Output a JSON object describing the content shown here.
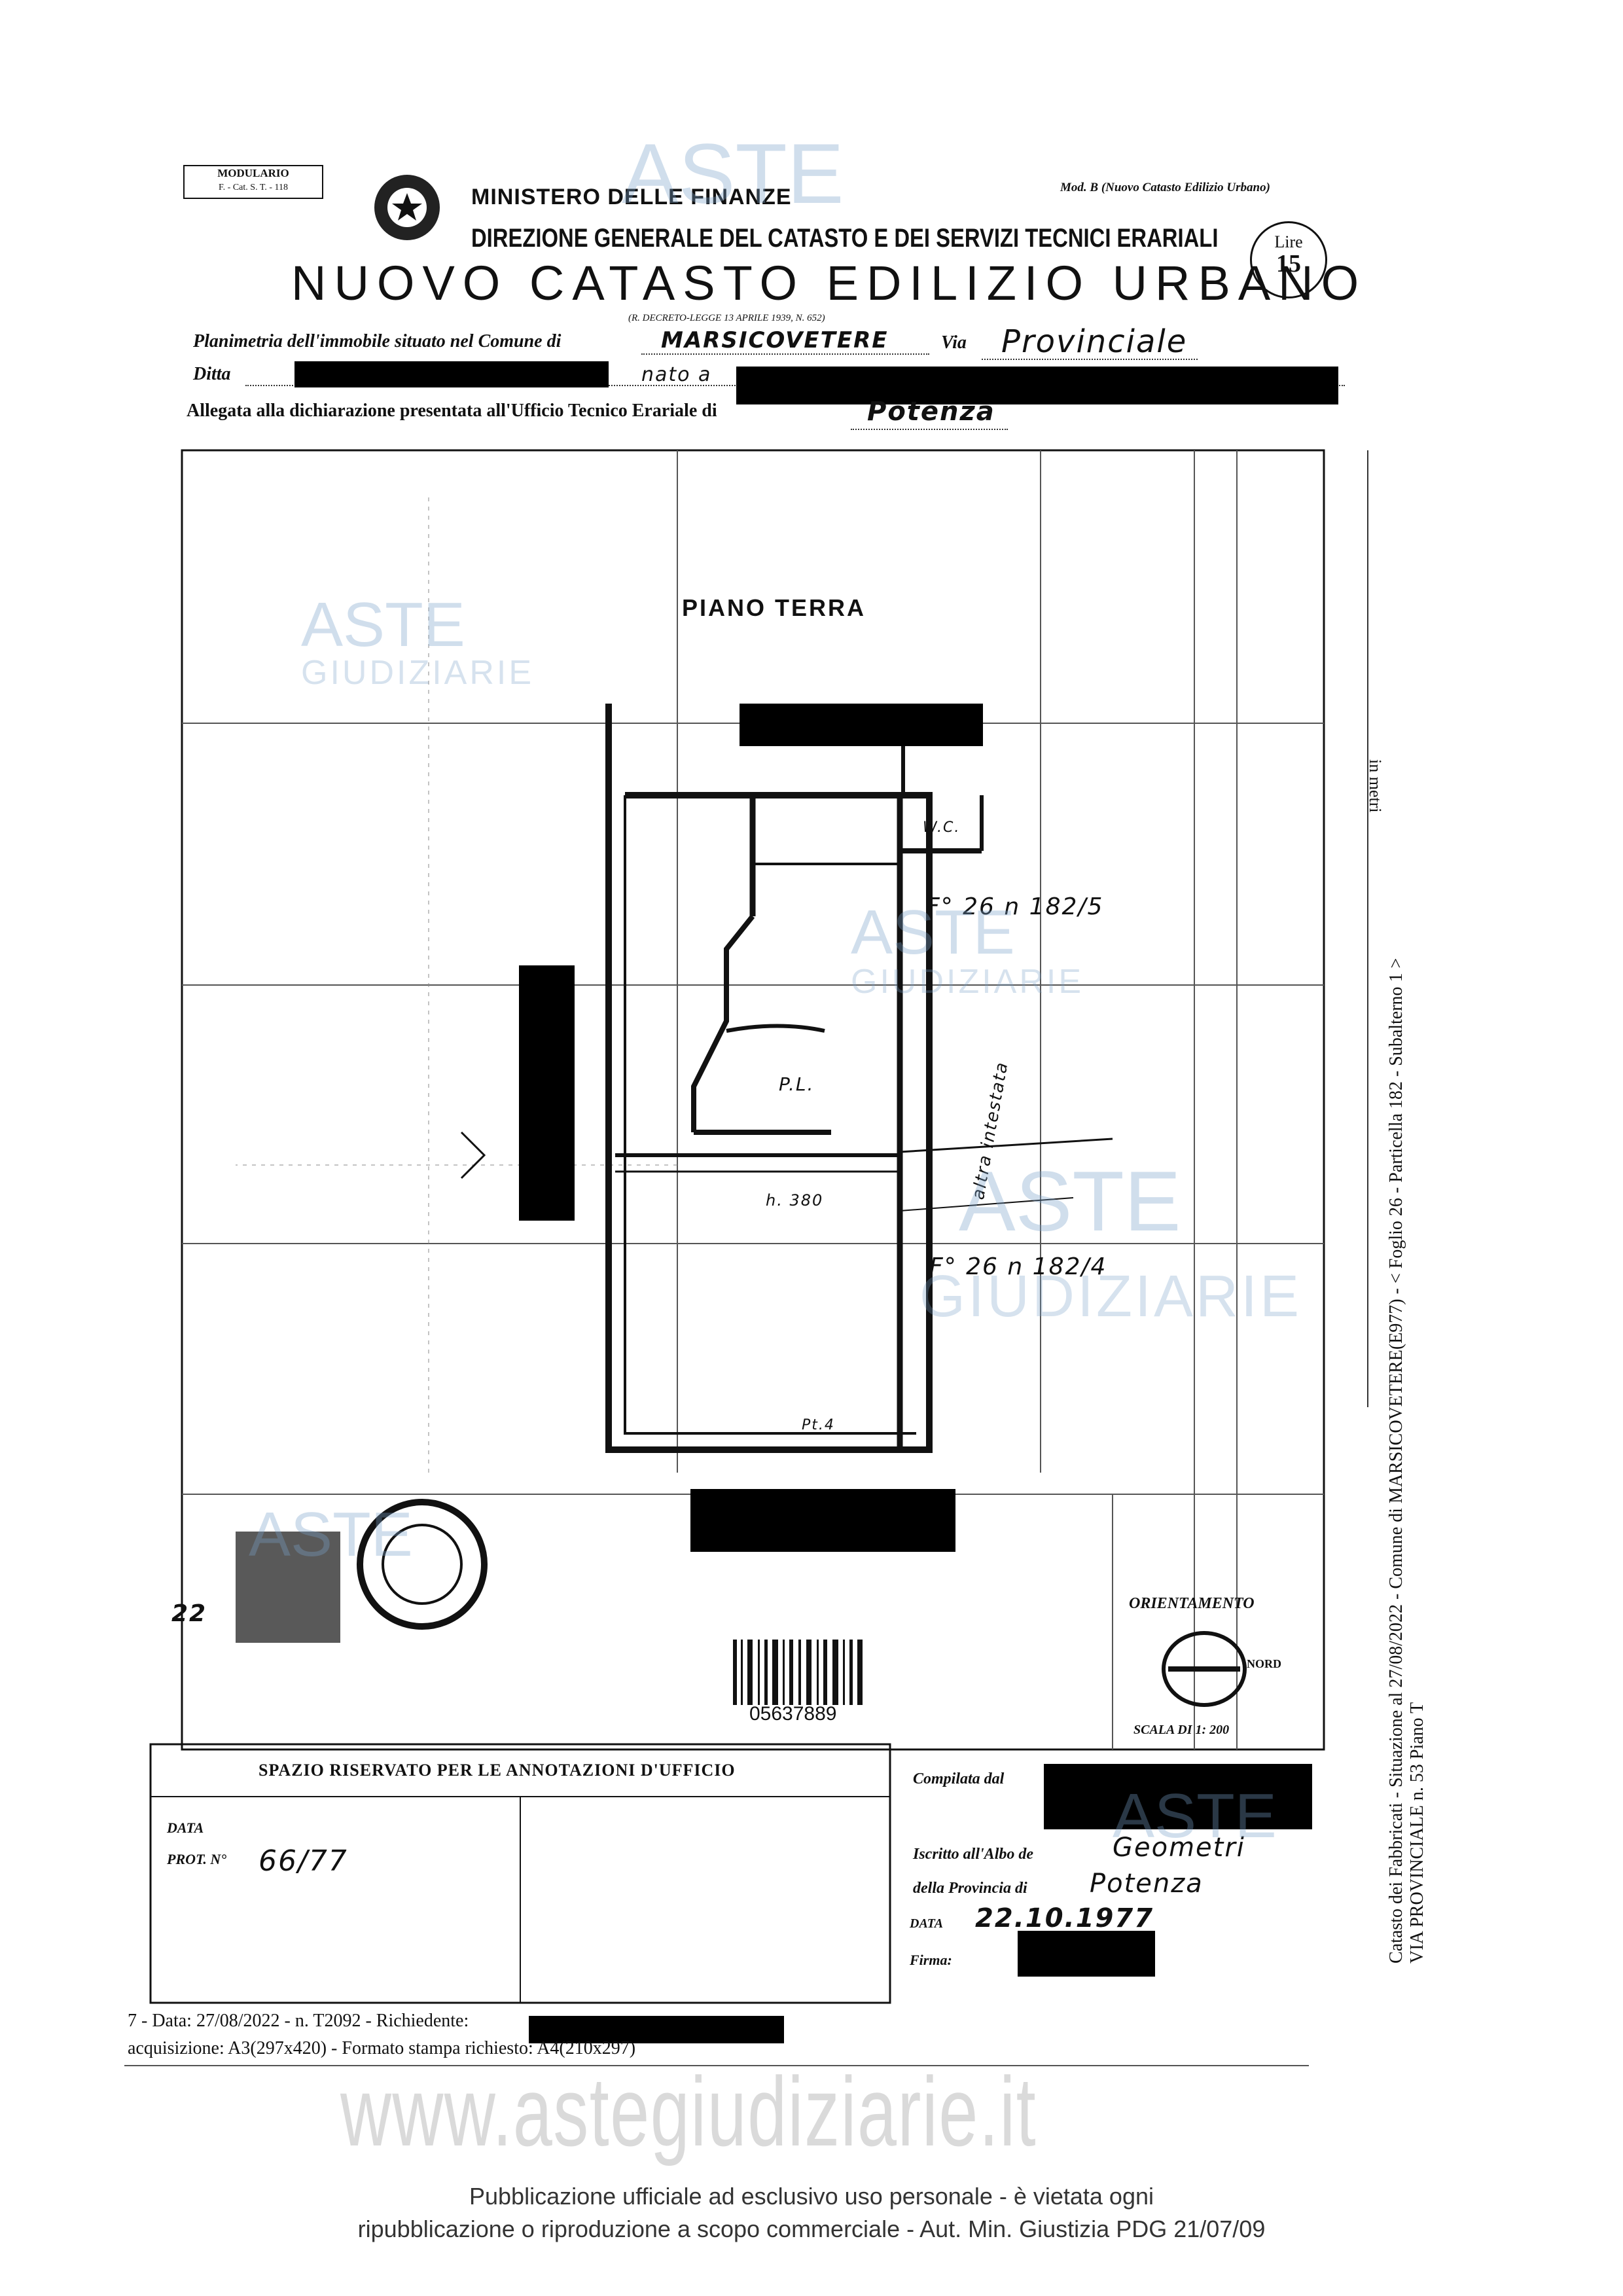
{
  "header": {
    "modulario": "MODULARIO",
    "modulario_code": "F. - Cat. S. T. - 118",
    "mod_b": "Mod. B (Nuovo Catasto Edilizio Urbano)",
    "ministry": "MINISTERO DELLE FINANZE",
    "direction": "DIREZIONE GENERALE DEL CATASTO E DEI SERVIZI TECNICI ERARIALI",
    "title": "NUOVO CATASTO EDILIZIO URBANO",
    "decree": "(R. DECRETO-LEGGE 13 APRILE 1939, N. 652)",
    "lire_label": "Lire",
    "lire_value": "15"
  },
  "form": {
    "planimetria_label": "Planimetria dell'immobile situato nel Comune di",
    "comune_value": "MARSICOVETERE",
    "via_label": "Via",
    "via_value": "Provinciale",
    "ditta_label": "Ditta",
    "ditta_value": "nato a",
    "allegata_label": "Allegata alla dichiarazione presentata all'Ufficio Tecnico Erariale di",
    "allegata_value": "Potenza"
  },
  "plan": {
    "piano_label": "PIANO TERRA",
    "wc_label": "W.C.",
    "ref1": "F° 26 n 182/5",
    "ref2": "F° 26 n 182/4",
    "room_label": "P.L.",
    "height_label": "h. 380",
    "side_label": "altra intestata",
    "bottom_label": "Pt.4",
    "stamp_number": "22",
    "barcode_number": "05637889",
    "orientamento": "ORIENTAMENTO",
    "nord": "NORD",
    "scala": "SCALA DI 1: 200"
  },
  "office": {
    "spazio_title": "SPAZIO RISERVATO PER LE ANNOTAZIONI D'UFFICIO",
    "data_label": "DATA",
    "prot_label": "PROT. N°",
    "prot_value": "66/77"
  },
  "compiler": {
    "compilata_label": "Compilata dal",
    "iscritto_label": "Iscritto all'Albo de",
    "iscritto_value": "Geometri",
    "provincia_label": "della Provincia di",
    "provincia_value": "Potenza",
    "data_label": "DATA",
    "data_value": "22.10.1977",
    "firma_label": "Firma:"
  },
  "footer_lines": {
    "line1": "7 - Data: 27/08/2022 - n. T2092 - Richiedente:",
    "line2": "acquisizione: A3(297x420) - Formato stampa richiesto: A4(210x297)"
  },
  "side_text": {
    "line1": "Catasto dei Fabbricati - Situazione al 27/08/2022 - Comune di MARSICOVETERE(E977) - < Foglio 26 - Particella 182 - Subalterno 1 >",
    "line2": "VIA PROVINCIALE n. 53 Piano T",
    "scale_note": "in metri"
  },
  "watermark": {
    "aste": "ASTE",
    "giudiziarie": "GIUDIZIARIE",
    "site": "www.astegiudiziarie.it"
  },
  "publication": {
    "line1": "Pubblicazione ufficiale ad esclusivo uso personale - è vietata ogni",
    "line2": "ripubblicazione o riproduzione a scopo commerciale - Aut. Min. Giustizia PDG 21/07/09"
  }
}
